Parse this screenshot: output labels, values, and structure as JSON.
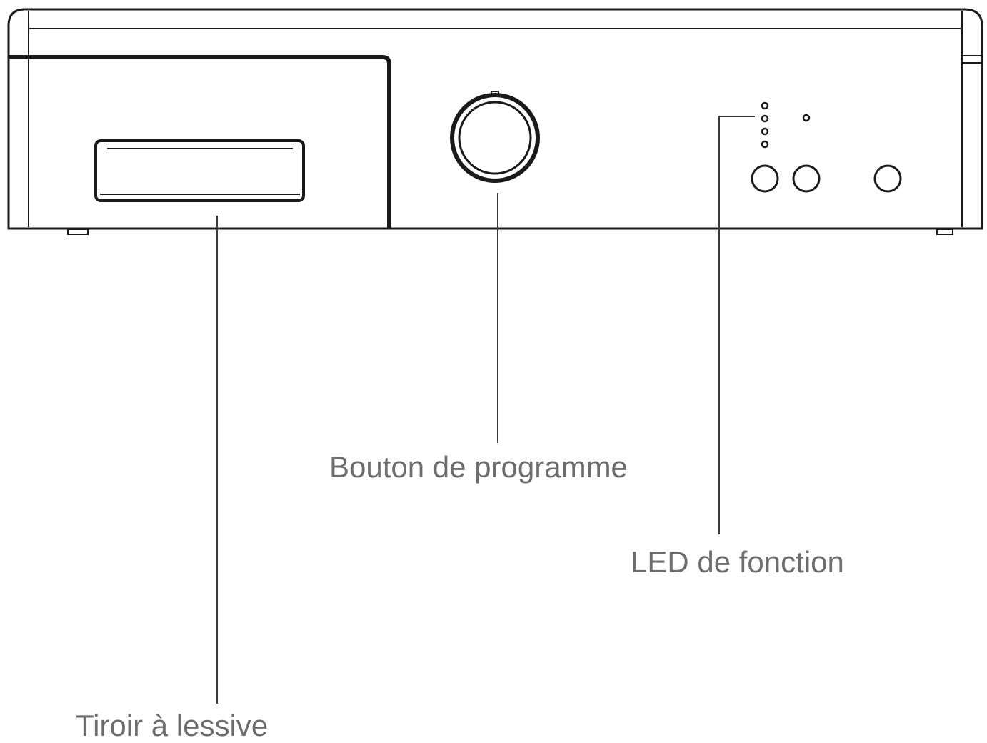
{
  "colors": {
    "outline": "#1a1a1a",
    "leader": "#3a3a3a",
    "label_text": "#6d6d6d",
    "background": "#ffffff"
  },
  "control_panel": {
    "led_indicator_count": 5,
    "button_count": 3
  },
  "labels": {
    "program_knob": "Bouton de programme",
    "function_led": "LED de fonction",
    "detergent_drawer": "Tiroir à lessive"
  }
}
